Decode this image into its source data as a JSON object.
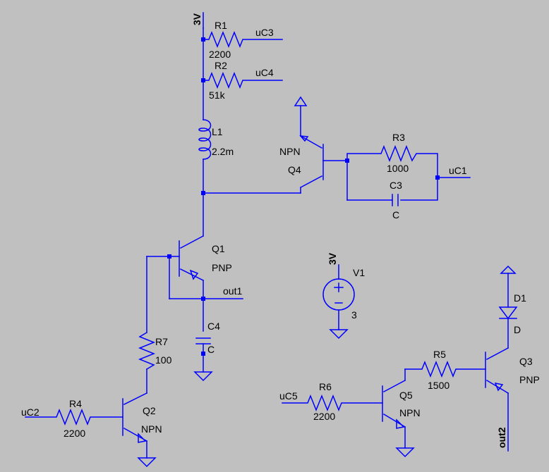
{
  "canvas": {
    "background": "#c0c0c0",
    "wire_color": "#0000ff",
    "text_color": "#000000"
  },
  "nets": {
    "supply_top": "3V",
    "supply_v1": "3V",
    "uC1": "uC1",
    "uC2": "uC2",
    "uC3": "uC3",
    "uC4": "uC4",
    "uC5": "uC5",
    "out1": "out1",
    "out2": "out2"
  },
  "components": {
    "R1": {
      "name": "R1",
      "value": "2200"
    },
    "R2": {
      "name": "R2",
      "value": "51k"
    },
    "R3": {
      "name": "R3",
      "value": "1000"
    },
    "R4": {
      "name": "R4",
      "value": "2200"
    },
    "R5": {
      "name": "R5",
      "value": "1500"
    },
    "R6": {
      "name": "R6",
      "value": "2200"
    },
    "R7": {
      "name": "R7",
      "value": "100"
    },
    "L1": {
      "name": "L1",
      "value": "2.2m"
    },
    "C3": {
      "name": "C3",
      "value": "C"
    },
    "C4": {
      "name": "C4",
      "value": "C"
    },
    "Q1": {
      "name": "Q1",
      "type": "PNP"
    },
    "Q2": {
      "name": "Q2",
      "type": "NPN"
    },
    "Q3": {
      "name": "Q3",
      "type": "PNP"
    },
    "Q4": {
      "name": "Q4",
      "type": "NPN"
    },
    "Q5": {
      "name": "Q5",
      "type": "NPN"
    },
    "V1": {
      "name": "V1",
      "value": "3"
    },
    "D1": {
      "name": "D1",
      "value": "D"
    }
  }
}
